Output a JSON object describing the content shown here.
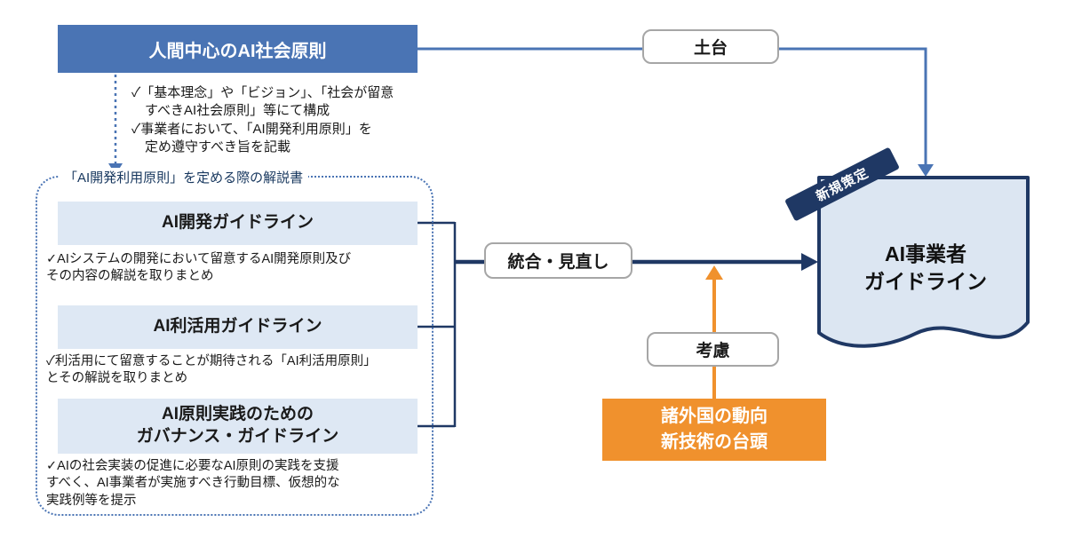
{
  "colors": {
    "primary_blue": "#4A74B4",
    "dark_navy": "#1F3864",
    "light_blue_box": "#DEE8F4",
    "document_fill": "#DCE6F2",
    "orange": "#F0912D",
    "badge_border": "#A6A6A6",
    "text_dark": "#1A1A1A",
    "title_navy": "#17375E"
  },
  "principles_box": {
    "label": "人間中心のAI社会原則"
  },
  "principles_notes": "✓「基本理念」や「ビジョン」、「社会が留意\n　すべきAI社会原則」等にて構成\n✓事業者において、「AI開発利用原則」を\n　定め遵守すべき旨を記載",
  "foundation_badge": {
    "label": "土台"
  },
  "integration_badge": {
    "label": "統合・見直し"
  },
  "consideration_badge": {
    "label": "考慮"
  },
  "explainer_container": {
    "title": "「AI開発利用原則」を定める際の解説書",
    "guidelines": [
      {
        "title": "AI開発ガイドライン",
        "note": "✓AIシステムの開発において留意するAI開発原則及び\nその内容の解説を取りまとめ"
      },
      {
        "title": "AI利活用ガイドライン",
        "note": "✓利活用にて留意することが期待される「AI利活用原則」\nとその解説を取りまとめ"
      },
      {
        "title": "AI原則実践のための\nガバナンス・ガイドライン",
        "note": "✓AIの社会実装の促進に必要なAI原則の実践を支援\nすべく、AI事業者が実施すべき行動目標、仮想的な\n実践例等を提示"
      }
    ]
  },
  "drivers_box": {
    "label": "諸外国の動向\n新技術の台頭"
  },
  "document": {
    "ribbon": "新規策定",
    "title": "AI事業者\nガイドライン"
  }
}
